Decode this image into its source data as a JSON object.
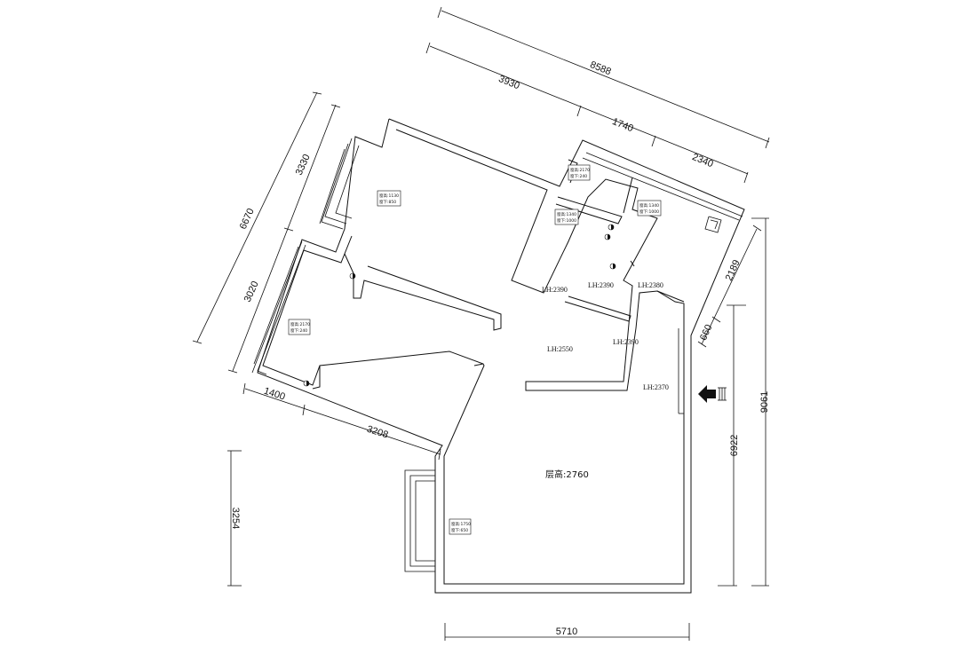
{
  "dimensions": {
    "top_total": "8588",
    "top_left": "3930",
    "top_mid": "1740",
    "top_right": "2340",
    "left_total": "6670",
    "left_upper": "3330",
    "left_lower": "3020",
    "bottom_left_a": "1400",
    "bottom_left_b": "3208",
    "left_bottom": "3254",
    "right_a": "2189",
    "right_b": "660",
    "right_c": "6922",
    "right_total": "9061",
    "bottom": "5710"
  },
  "ceiling_heights": {
    "lh1": "LH:2390",
    "lh2": "LH:2390",
    "lh3": "LH:2380",
    "lh4": "LH:2550",
    "lh5": "LH:2390",
    "lh6": "LH:2370"
  },
  "floor_height": "层高:2760",
  "windows": {
    "w1": {
      "l1": "窗高:1130",
      "l2": "窗下:850"
    },
    "w2": {
      "l1": "窗高:2170",
      "l2": "窗下:240"
    },
    "w3": {
      "l1": "窗高:1340",
      "l2": "窗下:1000"
    },
    "w4": {
      "l1": "窗高:1340",
      "l2": "窗下:1000"
    },
    "w5": {
      "l1": "窗高:2170",
      "l2": "窗下:240"
    },
    "w6": {
      "l1": "窗高:1750",
      "l2": "窗下:650"
    }
  },
  "icons": {
    "entrance": "entrance-arrow-icon",
    "pipe": "pipe-icon"
  }
}
